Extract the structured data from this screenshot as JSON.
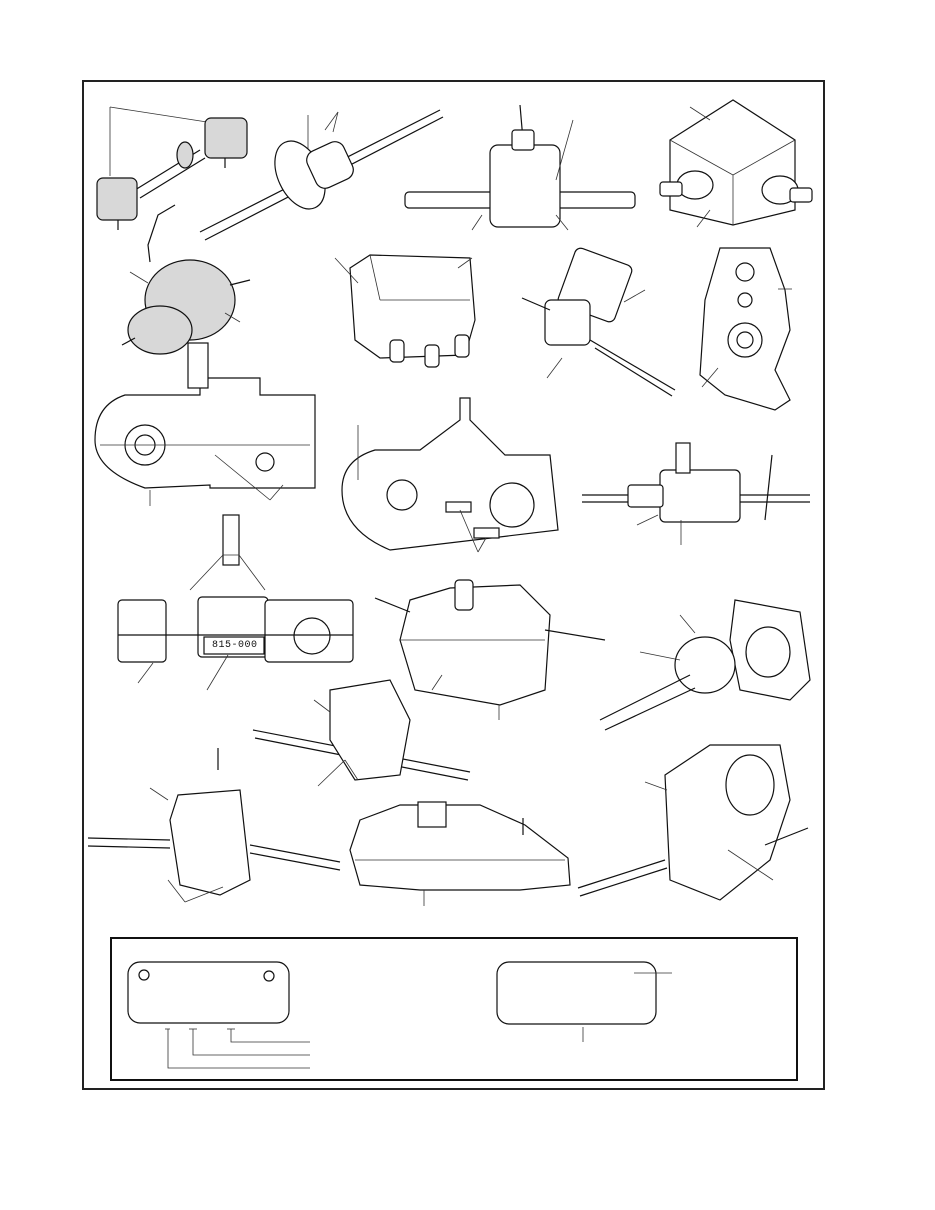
{
  "page": {
    "title": "Transmission / transaxle identification illustration page",
    "background_color": "#ffffff",
    "line_color": "#111111"
  },
  "illustrations": [
    {
      "id": "fig-1",
      "subject": "right-angle gearboxes with shaft",
      "leader_lines": 2
    },
    {
      "id": "fig-2",
      "subject": "differential with sprocket on axle",
      "leader_lines": 3
    },
    {
      "id": "fig-3",
      "subject": "transaxle with shift lever",
      "leader_lines": 3
    },
    {
      "id": "fig-4",
      "subject": "right-angle gearbox housing",
      "leader_lines": 2
    },
    {
      "id": "fig-5",
      "subject": "stippled transmission with shift rod",
      "leader_lines": 2
    },
    {
      "id": "fig-6",
      "subject": "gearbox with bolted cover",
      "leader_lines": 2
    },
    {
      "id": "fig-7",
      "subject": "hydrostatic transmission unit",
      "leader_lines": 2
    },
    {
      "id": "fig-8",
      "subject": "gear case cover plate",
      "leader_lines": 2
    },
    {
      "id": "fig-9",
      "subject": "transaxle side view (cutaway)",
      "leader_lines": 2
    },
    {
      "id": "fig-10",
      "subject": "transaxle side view with ID tags",
      "leader_lines": 3
    },
    {
      "id": "fig-11",
      "subject": "transaxle with long axle",
      "leader_lines": 2
    },
    {
      "id": "fig-12",
      "subject": "transaxle front view with ID tag",
      "leader_lines": 2,
      "tag_text": "815-000"
    },
    {
      "id": "fig-13",
      "subject": "hydrostatic transaxle isometric",
      "leader_lines": 2
    },
    {
      "id": "fig-14",
      "subject": "gear reduction with output shaft",
      "leader_lines": 2
    },
    {
      "id": "fig-15",
      "subject": "transaxle angled view",
      "leader_lines": 2
    },
    {
      "id": "fig-16",
      "subject": "transaxle with shift lever, front",
      "leader_lines": 3
    },
    {
      "id": "fig-17",
      "subject": "hydro transaxle side view",
      "leader_lines": 1
    },
    {
      "id": "fig-18",
      "subject": "transaxle with differential housing",
      "leader_lines": 2
    }
  ],
  "id_tag": {
    "text": "815-000"
  },
  "nameplates_panel": {
    "left_plate": {
      "shape": "rounded rectangle with two mounting holes",
      "leader_lines": 3
    },
    "right_plate": {
      "shape": "rounded rectangle",
      "leader_lines": 2
    }
  }
}
